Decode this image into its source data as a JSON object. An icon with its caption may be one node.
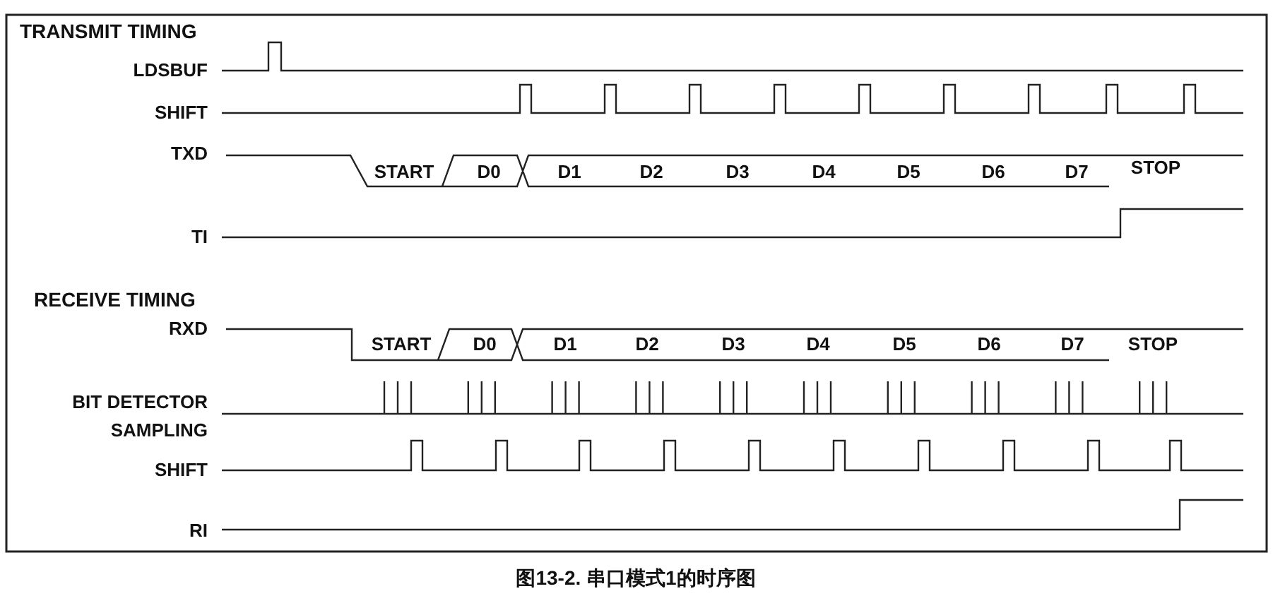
{
  "diagram": {
    "caption": "图13-2. 串口模式1的时序图",
    "labels": [
      "TRANSMIT TIMING",
      "LDSBUF",
      "SHIFT",
      "TXD",
      "START",
      "D0",
      "D1",
      "D2",
      "D3",
      "D4",
      "D5",
      "D6",
      "D7",
      "STOP",
      "TI",
      "RECEIVE TIMING",
      "RXD",
      "START",
      "D0",
      "D1",
      "D2",
      "D3",
      "D4",
      "D5",
      "D6",
      "D7",
      "STOP",
      "BIT DETECTOR SAMPLING",
      "SHIFT",
      "RI"
    ]
  }
}
